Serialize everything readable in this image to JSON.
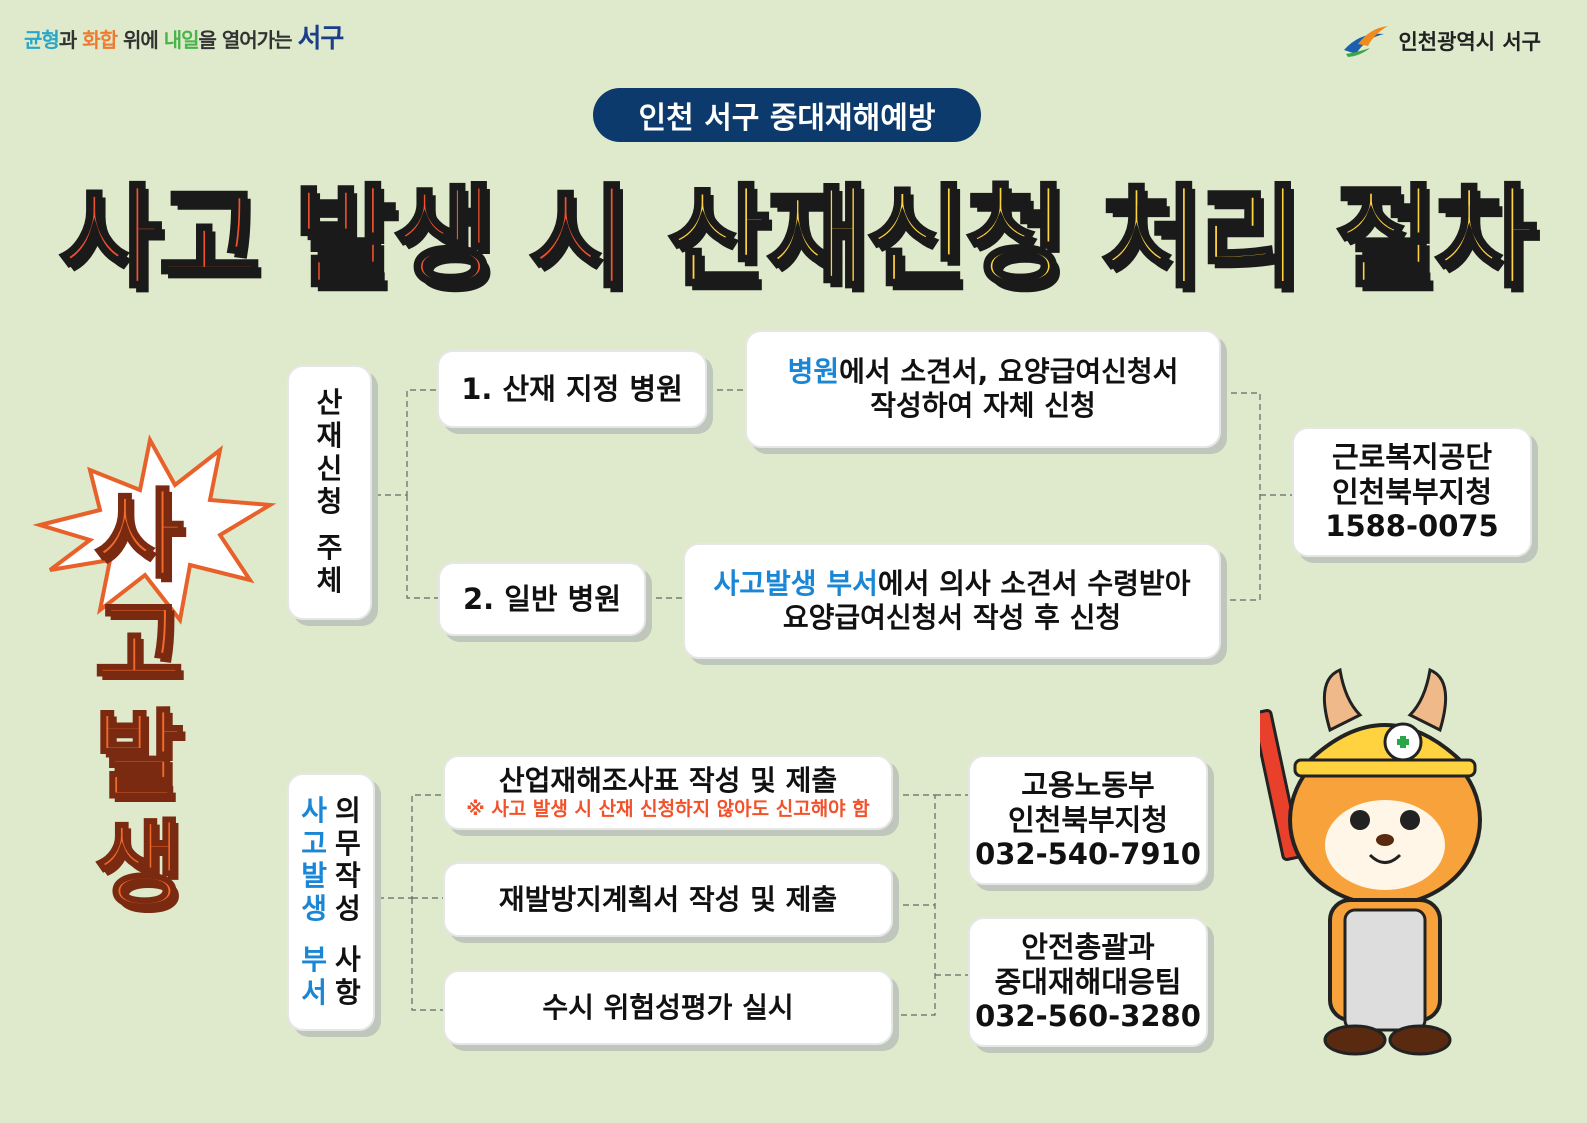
{
  "header": {
    "slogan": [
      "균형",
      "과 ",
      "화합",
      " 위에 ",
      "내일",
      "을 열어가는 ",
      "서구"
    ],
    "logo_text": "인천광역시 서구"
  },
  "badge": "인천 서구 중대재해예방",
  "title": {
    "part1": "사고 발생 시",
    "part2": "산재신청 처리 절차"
  },
  "side_label": [
    "사",
    "고",
    "발",
    "생"
  ],
  "section1": {
    "label": [
      "산",
      "재",
      "신",
      "청",
      "",
      "주",
      "체"
    ],
    "option1": "1. 산재 지정 병원",
    "option1_desc": {
      "highlight": "병원",
      "rest": "에서 소견서, 요양급여신청서",
      "line2": "작성하여 자체 신청"
    },
    "option2": "2. 일반 병원",
    "option2_desc": {
      "highlight": "사고발생 부서",
      "rest": "에서 의사 소견서 수령받아",
      "line2": "요양급여신청서 작성 후 신청"
    },
    "contact": {
      "line1": "근로복지공단",
      "line2": "인천북부지청",
      "phone": "1588-0075"
    }
  },
  "section2": {
    "label_left": [
      "사",
      "고",
      "발",
      "생",
      "",
      "부",
      "서"
    ],
    "label_right": [
      "의",
      "무",
      "작",
      "성",
      "",
      "사",
      "항"
    ],
    "tasks": [
      {
        "title": "산업재해조사표 작성 및 제출",
        "note": "※ 사고 발생 시 산재 신청하지 않아도 신고해야 함"
      },
      {
        "title": "재발방지계획서 작성 및 제출"
      },
      {
        "title": "수시 위험성평가 실시"
      }
    ],
    "contacts": [
      {
        "line1": "고용노동부",
        "line2": "인천북부지청",
        "phone": "032-540-7910"
      },
      {
        "line1": "안전총괄과",
        "line2": "중대재해대응팀",
        "phone": "032-560-3280"
      }
    ]
  }
}
